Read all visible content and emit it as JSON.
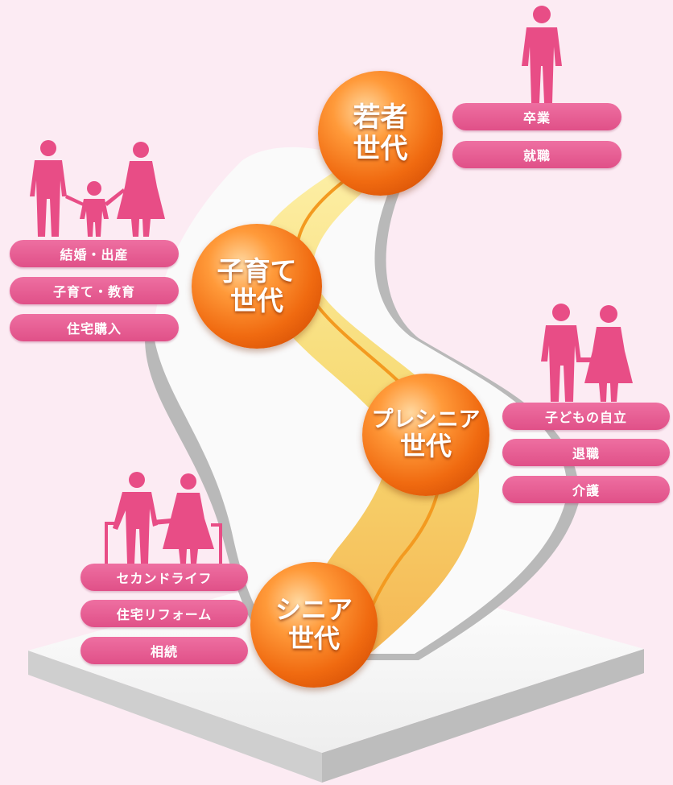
{
  "stages": [
    {
      "line1": "若者",
      "line2": "世代",
      "events": [
        "卒業",
        "就職"
      ]
    },
    {
      "line1": "子育て",
      "line2": "世代",
      "events": [
        "結婚・出産",
        "子育て・教育",
        "住宅購入"
      ]
    },
    {
      "line1": "プレシニア",
      "line2": "世代",
      "events": [
        "子どもの自立",
        "退職",
        "介護"
      ]
    },
    {
      "line1": "シニア",
      "line2": "世代",
      "events": [
        "セカンドライフ",
        "住宅リフォーム",
        "相続"
      ]
    }
  ],
  "icons": [
    "man-icon",
    "family-icon",
    "couple-icon",
    "elderly-couple-icon"
  ],
  "colors": {
    "background": "#fcebf3",
    "pill": "#e45a8f",
    "figure": "#e84d86",
    "ball": "#f06a10",
    "road": "#f8d75a"
  }
}
